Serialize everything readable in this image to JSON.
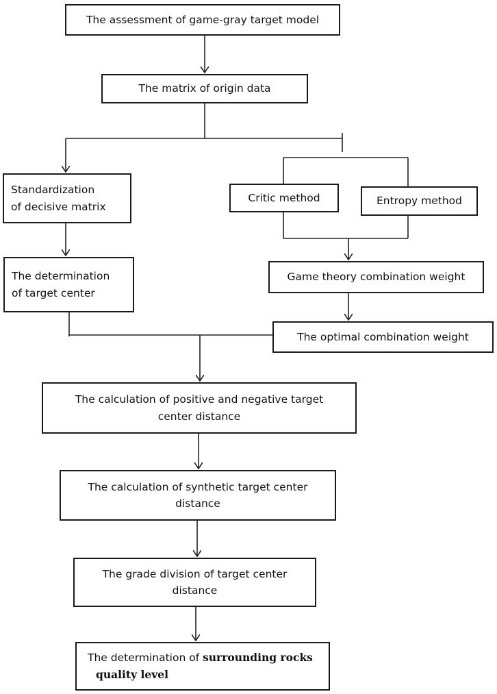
{
  "flowchart": {
    "assessment": "The assessment of game-gray target model",
    "origin_matrix": "The matrix of origin data",
    "standardization": [
      "Standardization",
      "of decisive matrix"
    ],
    "critic": "Critic method",
    "entropy": "Entropy method",
    "determination_center": [
      "The  determination",
      "of target center"
    ],
    "game_theory": "Game theory combination weight",
    "optimal": "The optimal combination weight",
    "calc_pos_neg": [
      "The calculation of positive and negative target",
      "center distance"
    ],
    "calc_synthetic": [
      "The calculation of synthetic target center",
      "distance"
    ],
    "grade_division": [
      "The grade division of target center",
      "distance"
    ],
    "final": {
      "line1_a": "The determination of ",
      "line1_b": "surrounding rocks",
      "line2": "quality level"
    }
  }
}
